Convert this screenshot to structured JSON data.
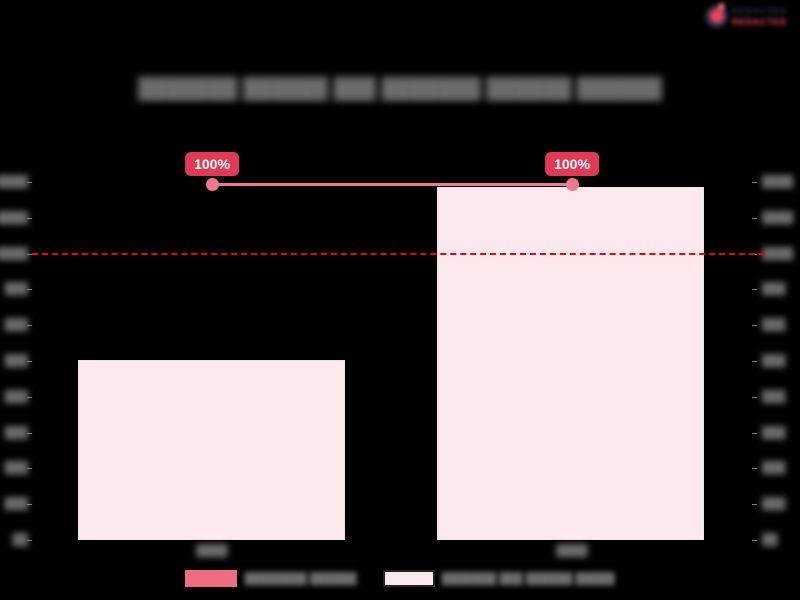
{
  "brand": {
    "name": "brand-logo",
    "text_top": "REDACTED",
    "text_bottom": "REDACTED",
    "mark": "circle-logo-mark",
    "redacted": true
  },
  "chart_data": {
    "type": "bar",
    "title": "███████ ██████ ███ ███████ ██████ ██████",
    "title_redacted": true,
    "xlabel": "",
    "ylabel": "",
    "grid": false,
    "legend_position": "bottom",
    "categories": [
      "████",
      "████"
    ],
    "categories_redacted": true,
    "series": [
      {
        "name": "████████ ██████",
        "type": "line",
        "color": "#ee6d80",
        "values": [
          100,
          100
        ],
        "value_labels": [
          "100%",
          "100%"
        ],
        "axis": "right"
      },
      {
        "name": "███████ ███ ██████ █████",
        "type": "bar",
        "color": "#fbe9ee",
        "border_color": "#222222",
        "values": [
          490,
          980
        ],
        "axis": "left"
      }
    ],
    "reference_line": {
      "name": "threshold-line",
      "color": "#f40000",
      "style": "dashed",
      "value": 795
    },
    "y_axis_left": {
      "ticks": [
        "████",
        "████",
        "████",
        "███",
        "███",
        "███",
        "███",
        "███",
        "███",
        "███",
        "██"
      ],
      "redacted": true
    },
    "y_axis_right": {
      "ticks": [
        "████",
        "████",
        "████",
        "███",
        "███",
        "███",
        "███",
        "███",
        "███",
        "███",
        "██"
      ],
      "redacted": true
    }
  },
  "legend": {
    "items": [
      {
        "swatch": "solid",
        "label": "████████ ██████"
      },
      {
        "swatch": "hollow",
        "label": "███████ ███ ██████ █████"
      }
    ]
  },
  "colors": {
    "background": "#000000",
    "bar_fill": "#fbe9ee",
    "accent_pink": "#ee6d80",
    "label_badge": "#e23a56",
    "threshold_red": "#f40000",
    "logo_navy": "#2b2f45",
    "logo_red": "#e8445f"
  }
}
